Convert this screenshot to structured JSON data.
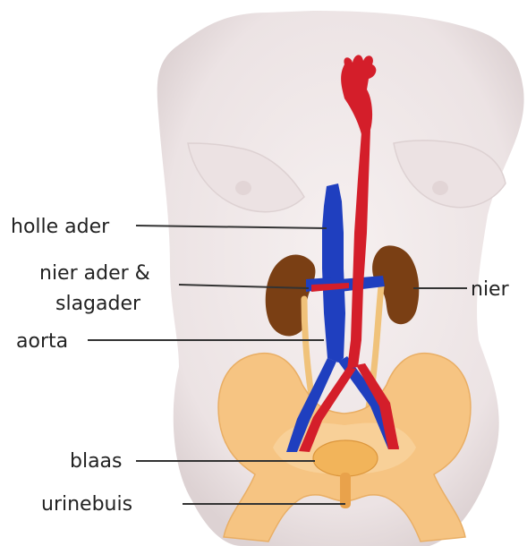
{
  "labels": {
    "vena_cava": "holle ader",
    "renal_vessels_line1": "nier ader &",
    "renal_vessels_line2": "slagader",
    "kidney": "nier",
    "aorta": "aorta",
    "bladder": "blaas",
    "urethra": "urinebuis"
  },
  "colors": {
    "skin": "#f1eaea",
    "skin_shadow": "#dcd2d3",
    "artery": "#d41e2a",
    "vein": "#1f3fbf",
    "kidney": "#7a3f14",
    "ureter": "#f0c27a",
    "pelvis_bone": "#f6c482",
    "bladder": "#f2b45a",
    "leader_line": "#333333",
    "text": "#222222"
  }
}
